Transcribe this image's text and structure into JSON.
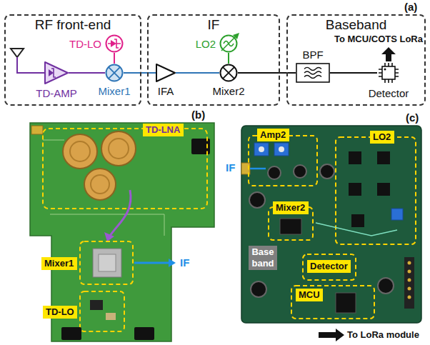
{
  "diagram": {
    "nodes": [
      {
        "text": [
          "RF front-end"
        ]
      },
      {
        "text": [
          "TD-LO"
        ],
        "in": 0
      },
      {
        "text": [
          "TD-AMP"
        ],
        "in": 0
      },
      {
        "text": [
          "Mixer1"
        ],
        "in": 0
      },
      {
        "text": [
          "IF"
        ]
      },
      {
        "text": [
          "LO2"
        ],
        "in": 4
      },
      {
        "text": [
          "IFA"
        ],
        "in": 4
      },
      {
        "text": [
          "Mixer2"
        ],
        "in": 4
      },
      {
        "text": [
          "Baseband"
        ]
      },
      {
        "text": [
          "BPF"
        ],
        "in": 8
      },
      {
        "text": [
          "Detector"
        ],
        "in": 8
      },
      {
        "text": [
          "TD-LNA"
        ]
      },
      {
        "text": [
          "Mixer1"
        ]
      },
      {
        "text": [
          "TD-LO"
        ]
      },
      {
        "text": [
          "Amp2"
        ]
      },
      {
        "text": [
          "LO2"
        ]
      },
      {
        "text": [
          "Mixer2"
        ]
      },
      {
        "text": [
          "Base band"
        ]
      },
      {
        "text": [
          "Detector"
        ]
      },
      {
        "text": [
          "MCU"
        ]
      }
    ],
    "edges": [
      {
        "from": 2,
        "to": 3,
        "arrow": "none"
      },
      {
        "from": 1,
        "to": 3,
        "arrow": "none"
      },
      {
        "from": 3,
        "to": 6,
        "arrow": "none"
      },
      {
        "from": 6,
        "to": 7,
        "arrow": "none"
      },
      {
        "from": 5,
        "to": 7,
        "arrow": "none"
      },
      {
        "from": 7,
        "to": 9,
        "arrow": "none"
      },
      {
        "from": 9,
        "to": 10,
        "arrow": "none"
      }
    ],
    "labels": [
      "(a)",
      "To MCU/COTS LoRa",
      "(b)",
      "IF",
      "(c)",
      "IF",
      "To LoRa module"
    ]
  }
}
